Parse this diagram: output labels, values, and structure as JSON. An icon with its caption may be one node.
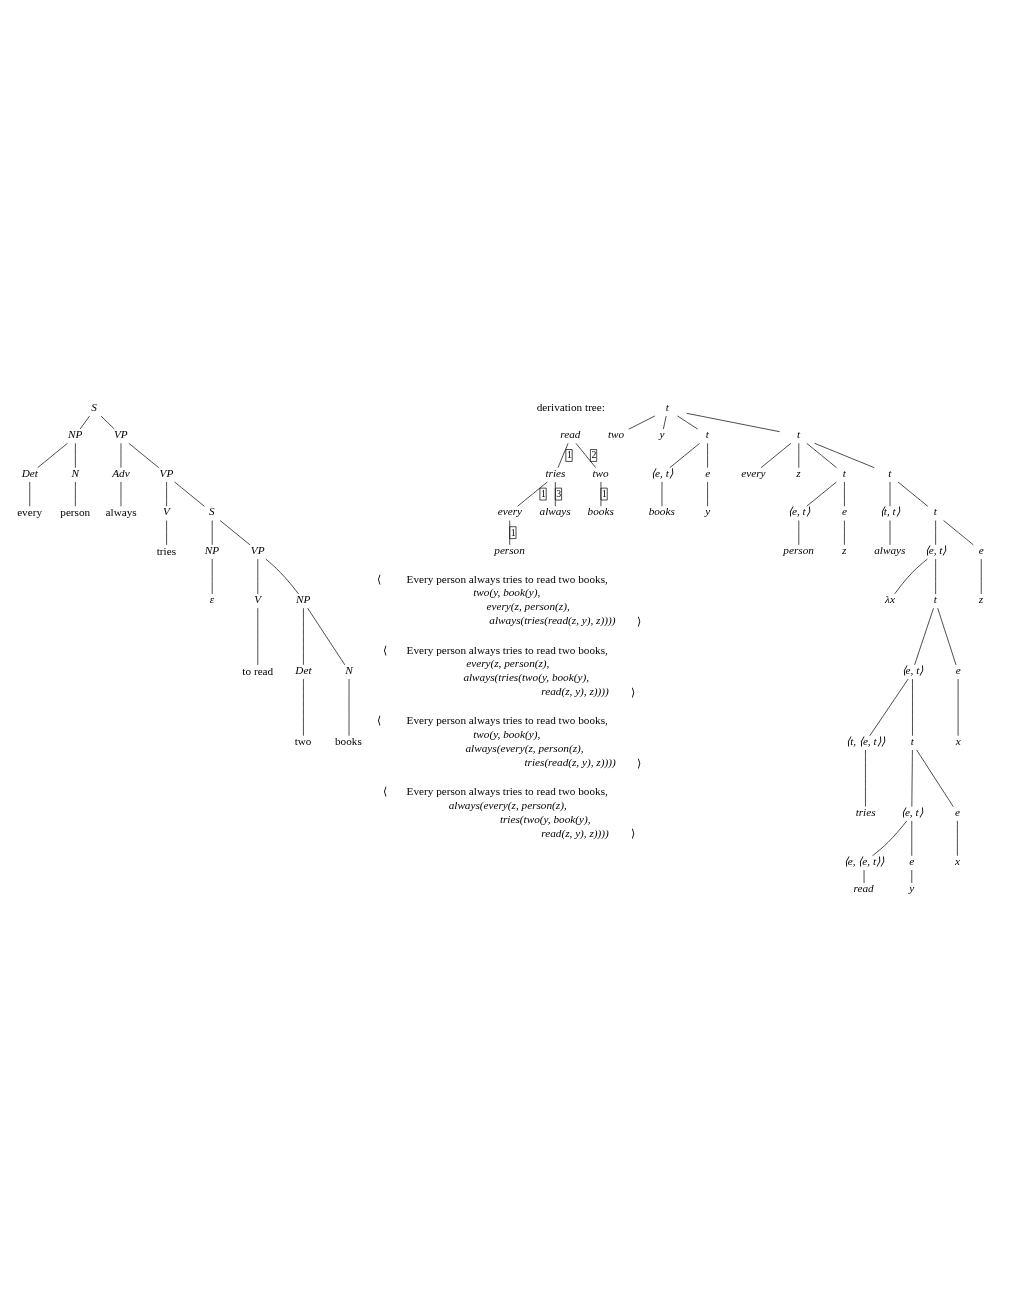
{
  "diagram": {
    "nodes": [
      {
        "text": [
          "S"
        ]
      },
      {
        "text": [
          "NP"
        ]
      },
      {
        "text": [
          "VP"
        ]
      },
      {
        "text": [
          "Det"
        ]
      },
      {
        "text": [
          "N"
        ]
      },
      {
        "text": [
          "every"
        ]
      },
      {
        "text": [
          "person"
        ]
      },
      {
        "text": [
          "Adv"
        ]
      },
      {
        "text": [
          "VP"
        ]
      },
      {
        "text": [
          "always"
        ]
      },
      {
        "text": [
          "V"
        ]
      },
      {
        "text": [
          "S"
        ]
      },
      {
        "text": [
          "tries"
        ]
      },
      {
        "text": [
          "NP"
        ]
      },
      {
        "text": [
          "VP"
        ]
      },
      {
        "text": [
          "ε"
        ]
      },
      {
        "text": [
          "V"
        ]
      },
      {
        "text": [
          "NP"
        ]
      },
      {
        "text": [
          "to read"
        ]
      },
      {
        "text": [
          "Det"
        ]
      },
      {
        "text": [
          "N"
        ]
      },
      {
        "text": [
          "two"
        ]
      },
      {
        "text": [
          "books"
        ]
      },
      {
        "text": [
          "read"
        ]
      },
      {
        "text": [
          "tries"
        ]
      },
      {
        "text": [
          "two"
        ]
      },
      {
        "text": [
          "every"
        ]
      },
      {
        "text": [
          "always"
        ]
      },
      {
        "text": [
          "books"
        ]
      },
      {
        "text": [
          "person"
        ]
      },
      {
        "text": [
          "t"
        ]
      },
      {
        "text": [
          "two"
        ]
      },
      {
        "text": [
          "y"
        ]
      },
      {
        "text": [
          "t"
        ]
      },
      {
        "text": [
          "t"
        ]
      },
      {
        "text": [
          "⟨e, t⟩"
        ]
      },
      {
        "text": [
          "e"
        ]
      },
      {
        "text": [
          "books"
        ]
      },
      {
        "text": [
          "y"
        ]
      },
      {
        "text": [
          "every"
        ]
      },
      {
        "text": [
          "z"
        ]
      },
      {
        "text": [
          "t"
        ]
      },
      {
        "text": [
          "t"
        ]
      },
      {
        "text": [
          "⟨e, t⟩"
        ]
      },
      {
        "text": [
          "e"
        ]
      },
      {
        "text": [
          "person"
        ]
      },
      {
        "text": [
          "z"
        ]
      },
      {
        "text": [
          "⟨t, t⟩"
        ]
      },
      {
        "text": [
          "t"
        ]
      },
      {
        "text": [
          "always"
        ]
      },
      {
        "text": [
          "⟨e, t⟩"
        ]
      },
      {
        "text": [
          "e"
        ]
      },
      {
        "text": [
          "z"
        ]
      },
      {
        "text": [
          "λx"
        ]
      },
      {
        "text": [
          "t"
        ]
      },
      {
        "text": [
          "⟨e, t⟩"
        ]
      },
      {
        "text": [
          "e"
        ]
      },
      {
        "text": [
          "x"
        ]
      },
      {
        "text": [
          "⟨t, ⟨e, t⟩⟩"
        ]
      },
      {
        "text": [
          "t"
        ]
      },
      {
        "text": [
          "tries"
        ]
      },
      {
        "text": [
          "⟨e, t⟩"
        ]
      },
      {
        "text": [
          "e"
        ]
      },
      {
        "text": [
          "x"
        ]
      },
      {
        "text": [
          "⟨e, ⟨e, t⟩⟩"
        ]
      },
      {
        "text": [
          "e"
        ]
      },
      {
        "text": [
          "read"
        ]
      },
      {
        "text": [
          "y"
        ]
      }
    ],
    "edges": [
      {
        "from": 0,
        "to": 1,
        "arrow": "none"
      },
      {
        "from": 0,
        "to": 2,
        "arrow": "none"
      },
      {
        "from": 1,
        "to": 3,
        "arrow": "none"
      },
      {
        "from": 1,
        "to": 4,
        "arrow": "none"
      },
      {
        "from": 3,
        "to": 5,
        "arrow": "none"
      },
      {
        "from": 4,
        "to": 6,
        "arrow": "none"
      },
      {
        "from": 2,
        "to": 7,
        "arrow": "none"
      },
      {
        "from": 2,
        "to": 8,
        "arrow": "none"
      },
      {
        "from": 7,
        "to": 9,
        "arrow": "none"
      },
      {
        "from": 8,
        "to": 10,
        "arrow": "none"
      },
      {
        "from": 8,
        "to": 11,
        "arrow": "none"
      },
      {
        "from": 10,
        "to": 12,
        "arrow": "none"
      },
      {
        "from": 11,
        "to": 13,
        "arrow": "none"
      },
      {
        "from": 11,
        "to": 14,
        "arrow": "none"
      },
      {
        "from": 13,
        "to": 15,
        "arrow": "none"
      },
      {
        "from": 14,
        "to": 16,
        "arrow": "none"
      },
      {
        "from": 14,
        "to": 17,
        "arrow": "none"
      },
      {
        "from": 16,
        "to": 18,
        "arrow": "none"
      },
      {
        "from": 17,
        "to": 19,
        "arrow": "none"
      },
      {
        "from": 17,
        "to": 20,
        "arrow": "none"
      },
      {
        "from": 19,
        "to": 21,
        "arrow": "none"
      },
      {
        "from": 20,
        "to": 22,
        "arrow": "none"
      },
      {
        "from": 23,
        "to": 24,
        "arrow": "none",
        "label": "1"
      },
      {
        "from": 23,
        "to": 25,
        "arrow": "none",
        "label": "2"
      },
      {
        "from": 24,
        "to": 26,
        "arrow": "none",
        "label": "1"
      },
      {
        "from": 24,
        "to": 27,
        "arrow": "none",
        "label": "3"
      },
      {
        "from": 25,
        "to": 28,
        "arrow": "none",
        "label": "1"
      },
      {
        "from": 26,
        "to": 29,
        "arrow": "none",
        "label": "1"
      },
      {
        "from": 30,
        "to": 31,
        "arrow": "none"
      },
      {
        "from": 30,
        "to": 32,
        "arrow": "none"
      },
      {
        "from": 30,
        "to": 33,
        "arrow": "none"
      },
      {
        "from": 30,
        "to": 34,
        "arrow": "none"
      },
      {
        "from": 33,
        "to": 35,
        "arrow": "none"
      },
      {
        "from": 33,
        "to": 36,
        "arrow": "none"
      },
      {
        "from": 35,
        "to": 37,
        "arrow": "none"
      },
      {
        "from": 36,
        "to": 38,
        "arrow": "none"
      },
      {
        "from": 34,
        "to": 39,
        "arrow": "none"
      },
      {
        "from": 34,
        "to": 40,
        "arrow": "none"
      },
      {
        "from": 34,
        "to": 41,
        "arrow": "none"
      },
      {
        "from": 34,
        "to": 42,
        "arrow": "none"
      },
      {
        "from": 41,
        "to": 43,
        "arrow": "none"
      },
      {
        "from": 41,
        "to": 44,
        "arrow": "none"
      },
      {
        "from": 43,
        "to": 45,
        "arrow": "none"
      },
      {
        "from": 44,
        "to": 46,
        "arrow": "none"
      },
      {
        "from": 42,
        "to": 47,
        "arrow": "none"
      },
      {
        "from": 42,
        "to": 48,
        "arrow": "none"
      },
      {
        "from": 47,
        "to": 49,
        "arrow": "none"
      },
      {
        "from": 48,
        "to": 50,
        "arrow": "none"
      },
      {
        "from": 48,
        "to": 51,
        "arrow": "none"
      },
      {
        "from": 51,
        "to": 52,
        "arrow": "none"
      },
      {
        "from": 50,
        "to": 53,
        "arrow": "none"
      },
      {
        "from": 50,
        "to": 54,
        "arrow": "none"
      },
      {
        "from": 54,
        "to": 55,
        "arrow": "none"
      },
      {
        "from": 54,
        "to": 56,
        "arrow": "none"
      },
      {
        "from": 56,
        "to": 57,
        "arrow": "none"
      },
      {
        "from": 55,
        "to": 58,
        "arrow": "none"
      },
      {
        "from": 55,
        "to": 59,
        "arrow": "none"
      },
      {
        "from": 58,
        "to": 60,
        "arrow": "none"
      },
      {
        "from": 59,
        "to": 61,
        "arrow": "none"
      },
      {
        "from": 59,
        "to": 62,
        "arrow": "none"
      },
      {
        "from": 62,
        "to": 63,
        "arrow": "none"
      },
      {
        "from": 61,
        "to": 64,
        "arrow": "none"
      },
      {
        "from": 61,
        "to": 65,
        "arrow": "none"
      },
      {
        "from": 64,
        "to": 66,
        "arrow": "none"
      },
      {
        "from": 65,
        "to": 67,
        "arrow": "none"
      }
    ],
    "labels": [
      "derivation tree:",
      "⟨",
      "Every person always tries to read two books,",
      "two(y, book(y),",
      "every(z, person(z),",
      "always(tries(read(z, y), z))))",
      "⟩",
      "⟨",
      "Every person always tries to read two books,",
      "every(z, person(z),",
      "always(tries(two(y, book(y),",
      "read(z, y), z))))",
      "⟩",
      "⟨",
      "Every person always tries to read two books,",
      "two(y, book(y),",
      "always(every(z, person(z),",
      "tries(read(z, y), z))))",
      "⟩",
      "⟨",
      "Every person always tries to read two books,",
      "always(every(z, person(z),",
      "tries(two(y, book(y),",
      "read(z, y), z))))",
      "⟩"
    ]
  }
}
